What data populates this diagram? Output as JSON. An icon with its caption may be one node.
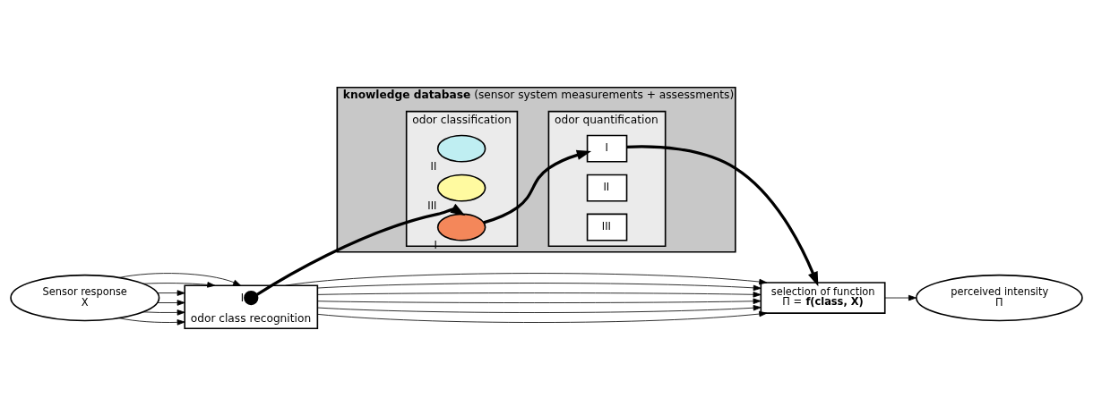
{
  "diagram": {
    "nodes": [
      {
        "text": [
          "**knowledge database** (sensor system measurements + assessments)"
        ]
      },
      {
        "text": [
          "odor classification"
        ],
        "in": 0
      },
      {
        "text": [],
        "shape": "ellipse",
        "beside": [
          "II"
        ],
        "in": 1
      },
      {
        "text": [],
        "shape": "ellipse",
        "beside": [
          "III"
        ],
        "in": 1
      },
      {
        "text": [],
        "shape": "ellipse",
        "beside": [
          "I"
        ],
        "in": 1
      },
      {
        "text": [
          "odor quantification"
        ],
        "in": 0
      },
      {
        "text": [
          "I"
        ],
        "in": 5
      },
      {
        "text": [
          "II"
        ],
        "in": 5
      },
      {
        "text": [
          "III"
        ],
        "in": 5
      },
      {
        "text": [
          "Sensor response",
          "X"
        ]
      },
      {
        "text": [
          "odor class recognition"
        ]
      },
      {
        "text": [],
        "shape": "circle",
        "beside": [
          "I"
        ],
        "in": 10
      },
      {
        "text": [
          "selection of function",
          "Π = **f(class, X)**"
        ]
      },
      {
        "text": [
          "perceived intensity",
          "Π"
        ]
      }
    ],
    "edges": [
      {
        "from": 11,
        "to": 4,
        "arrow": "to",
        "style": "thick"
      },
      {
        "from": 4,
        "to": 6,
        "arrow": "to",
        "style": "thick"
      },
      {
        "from": 6,
        "to": 12,
        "arrow": "to",
        "style": "thick"
      },
      {
        "from": 9,
        "to": 10,
        "arrow": "to"
      },
      {
        "from": 9,
        "to": 10,
        "arrow": "to"
      },
      {
        "from": 9,
        "to": 10,
        "arrow": "to"
      },
      {
        "from": 9,
        "to": 10,
        "arrow": "to"
      },
      {
        "from": 9,
        "to": 10,
        "arrow": "to"
      },
      {
        "from": 9,
        "to": 10,
        "arrow": "to"
      },
      {
        "from": 10,
        "to": 12,
        "arrow": "to"
      },
      {
        "from": 10,
        "to": 12,
        "arrow": "to"
      },
      {
        "from": 10,
        "to": 12,
        "arrow": "to"
      },
      {
        "from": 10,
        "to": 12,
        "arrow": "to"
      },
      {
        "from": 10,
        "to": 12,
        "arrow": "to"
      },
      {
        "from": 10,
        "to": 12,
        "arrow": "to"
      },
      {
        "from": 12,
        "to": 13,
        "arrow": "to"
      }
    ]
  }
}
